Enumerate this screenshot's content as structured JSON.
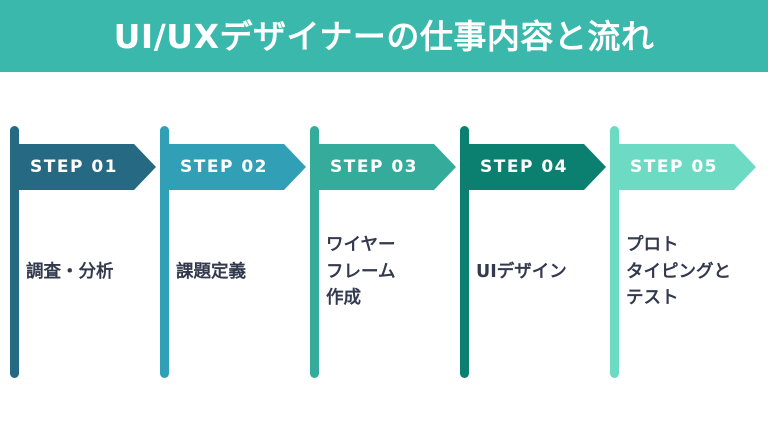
{
  "header": {
    "title": "UI/UXデザイナーの仕事内容と流れ",
    "background_color": "#39b8ab",
    "text_color": "#ffffff"
  },
  "theme": {
    "page_background": "#ffffff",
    "body_text_color": "#333a4d"
  },
  "steps": [
    {
      "label": "STEP 01",
      "color": "#256a82",
      "desc_lines": [
        "調査・分析"
      ]
    },
    {
      "label": "STEP 02",
      "color": "#319fb5",
      "desc_lines": [
        "課題定義"
      ]
    },
    {
      "label": "STEP 03",
      "color": "#34ab9b",
      "desc_lines": [
        "ワイヤー",
        "フレーム",
        "作成"
      ]
    },
    {
      "label": "STEP 04",
      "color": "#0b8070",
      "desc_lines": [
        "UIデザイン"
      ]
    },
    {
      "label": "STEP 05",
      "color": "#6ddbc4",
      "desc_lines": [
        "プロト",
        "タイピングと",
        "テスト"
      ]
    }
  ]
}
